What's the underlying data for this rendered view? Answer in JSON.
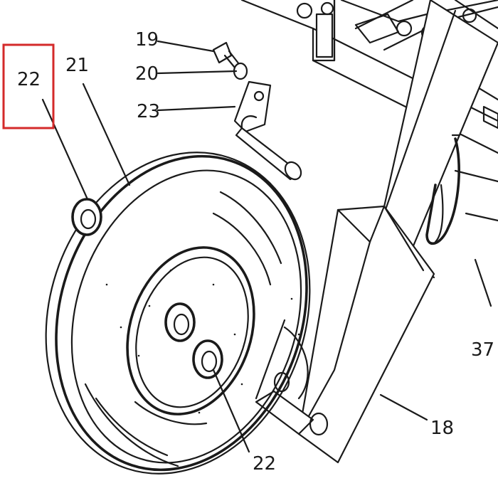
{
  "callouts": {
    "highlighted": "22",
    "c19": "19",
    "c20": "20",
    "c21": "21",
    "c22": "22",
    "c23": "23",
    "c37": "37",
    "c18": "18"
  },
  "colors": {
    "line": "#1a1a1a",
    "highlight_box": "#d42a2a",
    "background": "#ffffff"
  }
}
